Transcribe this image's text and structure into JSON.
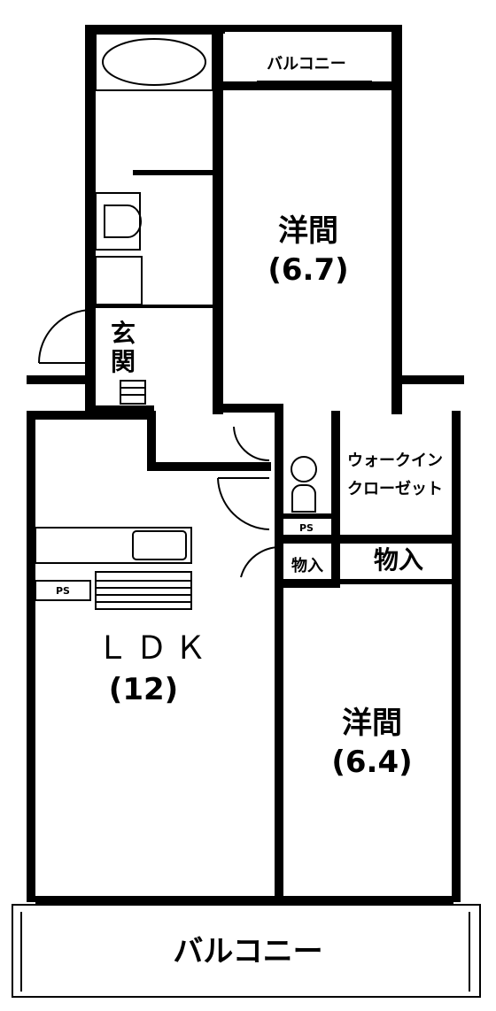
{
  "rooms": {
    "western_top": {
      "name": "洋間",
      "size": "(6.7)"
    },
    "western_bottom": {
      "name": "洋間",
      "size": "(6.4)"
    },
    "ldk": {
      "name": "ＬＤＫ",
      "size": "(12)"
    },
    "entrance": {
      "line1": "玄",
      "line2": "関"
    },
    "walk_in_closet": {
      "line1": "ウォークイン",
      "line2": "クローゼット"
    },
    "storage_large": "物入",
    "storage_small": "物入",
    "ps_top": "PS",
    "ps_left": "PS",
    "balcony_top": "バルコニー",
    "balcony_bottom": "バルコニー"
  }
}
